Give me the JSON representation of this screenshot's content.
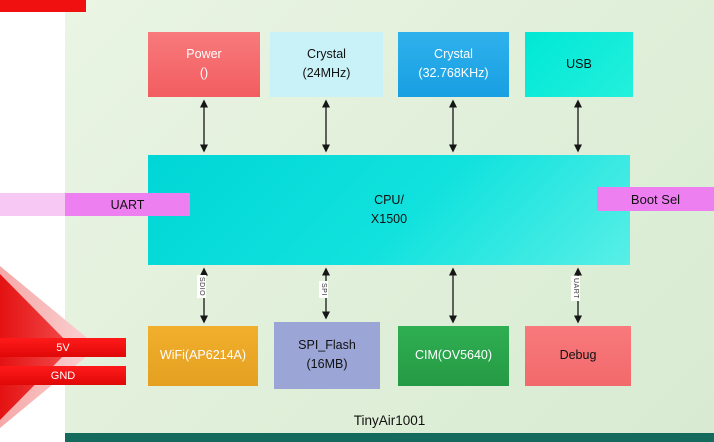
{
  "title": "TinyAir1001",
  "blocks": {
    "power": {
      "line1": "Power",
      "line2": "()"
    },
    "crystal24": {
      "line1": "Crystal",
      "line2": "(24MHz)"
    },
    "crystal32": {
      "line1": "Crystal",
      "line2": "(32.768KHz)"
    },
    "usb": {
      "label": "USB"
    },
    "cpu": {
      "line1": "CPU/",
      "line2": "X1500"
    },
    "wifi": {
      "label": "WiFi(AP6214A)"
    },
    "spi_flash": {
      "line1": "SPI_Flash",
      "line2": "(16MB)"
    },
    "cim": {
      "label": "CIM(OV5640)"
    },
    "debug": {
      "label": "Debug"
    }
  },
  "side_labels": {
    "uart": "UART",
    "boot_sel": "Boot Sel"
  },
  "bus_labels": {
    "sdio": "SDIO",
    "spi": "SPI",
    "uart": "UART"
  },
  "power_rails": {
    "v5": "5V",
    "gnd": "GND"
  },
  "colors": {
    "background_green": "#e2f0dc",
    "power_block": "#f5696b",
    "crystal24_block": "#c9f2f8",
    "crystal32_block": "#21a7e6",
    "usb_block": "#00e6d2",
    "cpu_block": "#00dcdc",
    "wifi_block": "#eaa827",
    "spi_flash_block": "#9ba6d6",
    "cim_block": "#2aa24b",
    "debug_block": "#f5696b",
    "uart_bar": "#ee7ff0",
    "boot_sel_bar": "#ee7ff0",
    "power_rail_red": "#ee1111",
    "bottom_bar_teal": "#156a5e",
    "top_strip_red": "#f01010"
  }
}
